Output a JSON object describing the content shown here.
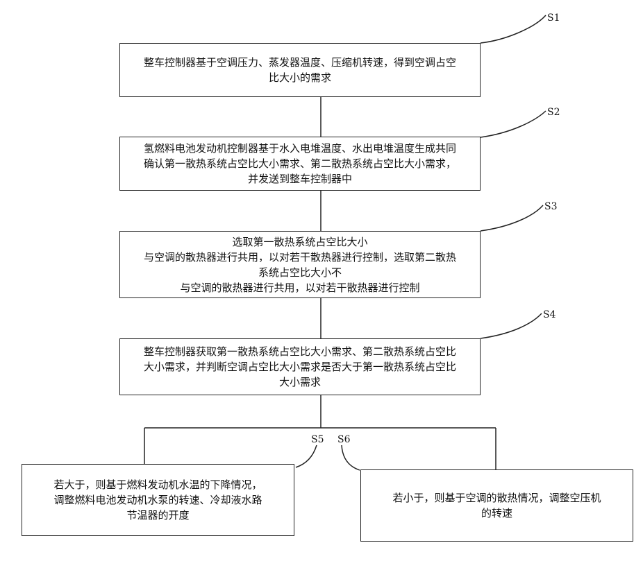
{
  "steps": [
    {
      "label": "S1",
      "lines": [
        "整车控制器基于空调压力、蒸发器温度、压缩机转速，得到空调占空",
        "比大小的需求"
      ]
    },
    {
      "label": "S2",
      "lines": [
        "氢燃料电池发动机控制器基于水入电堆温度、水出电堆温度生成共同",
        "确认第一散热系统占空比大小需求、第二散热系统占空比大小需求，",
        "并发送到整车控制器中"
      ]
    },
    {
      "label": "S3",
      "lines": [
        "选取第一散热系统占空比大小",
        "与空调的散热器进行共用，以对若干散热器进行控制，选取第二散热",
        "系统占空比大小不",
        "与空调的散热器进行共用，以对若干散热器进行控制"
      ]
    },
    {
      "label": "S4",
      "lines": [
        "整车控制器获取第一散热系统占空比大小需求、第二散热系统占空比",
        "大小需求，并判断空调占空比大小需求是否大于第一散热系统占空比",
        "大小需求"
      ]
    },
    {
      "label": "S5",
      "lines": [
        "若大于，则基于燃料发动机水温的下降情况，",
        "调整燃料电池发动机水泵的转速、冷却液水路",
        "节温器的开度"
      ]
    },
    {
      "label": "S6",
      "lines": [
        "若小于，则基于空调的散热情况，调整空压机",
        "的转速"
      ]
    }
  ]
}
